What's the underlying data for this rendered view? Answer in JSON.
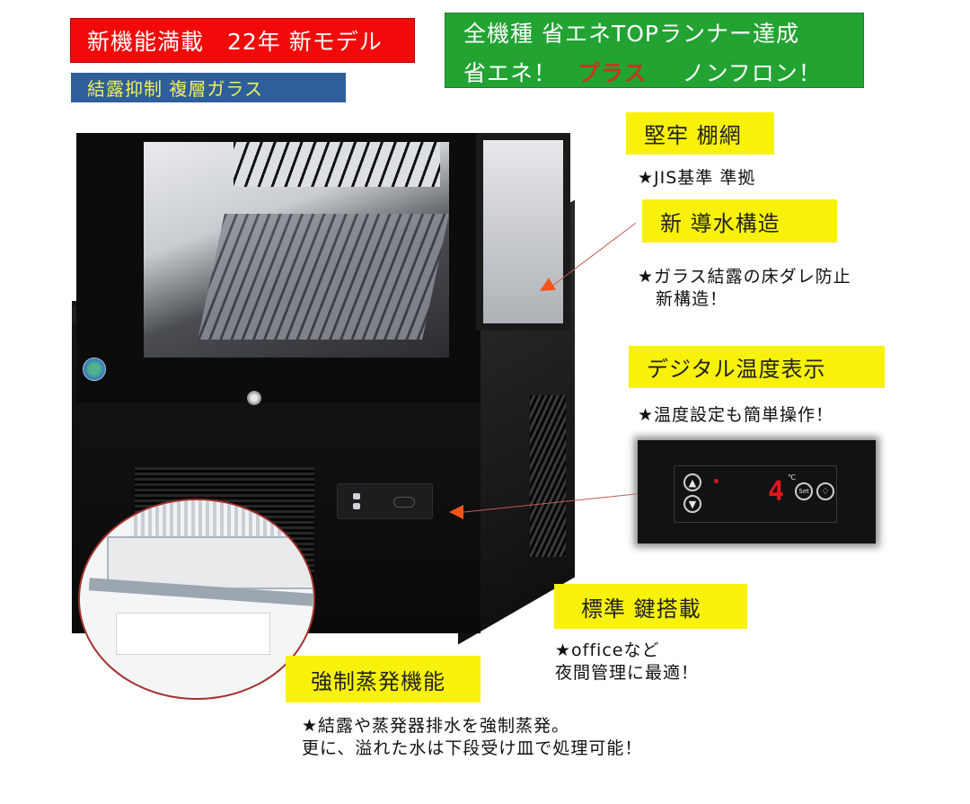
{
  "banners": {
    "red": "新機能満載　22年 新モデル",
    "blue": "結露抑制 複層ガラス",
    "green_line1": "全機種 省エネTOPランナー達成",
    "green_line2_a": "省エネ！",
    "green_line2_plus": "プラス",
    "green_line2_b": "ノンフロン！"
  },
  "colors": {
    "red_banner": "#f20a0a",
    "blue_banner": "#2f5f9a",
    "blue_banner_text": "#f0f05a",
    "green_banner": "#22a332",
    "plus_text": "#c23a1c",
    "yellow_label": "#f8f20a",
    "arrow": "#f4541a",
    "led_red": "#e0151b"
  },
  "features": [
    {
      "label": "堅牢 棚網",
      "note_lines": [
        "★JIS基準 準拠"
      ]
    },
    {
      "label": "新 導水構造",
      "note_lines": [
        "★ガラス結露の床ダレ防止",
        "　新構造！"
      ]
    },
    {
      "label": "デジタル温度表示",
      "note_lines": [
        "★温度設定も簡単操作！"
      ]
    },
    {
      "label": "標準 鍵搭載",
      "note_lines": [
        "★officeなど",
        "夜間管理に最適！"
      ]
    },
    {
      "label": "強制蒸発機能",
      "note_lines": [
        "★結露や蒸発器排水を強制蒸発。",
        "更に、溢れた水は下段受け皿で処理可能！"
      ]
    }
  ],
  "display_panel": {
    "temperature_value": "4",
    "unit": "℃",
    "up_button": "▲",
    "down_button": "▼",
    "set_button": "Set",
    "light_button": "♢"
  }
}
